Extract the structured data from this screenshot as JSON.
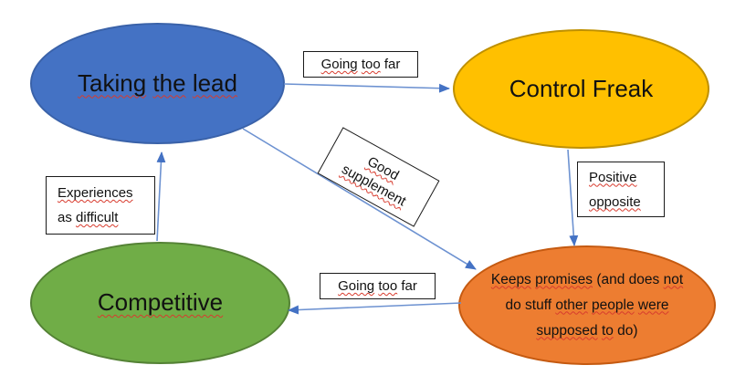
{
  "canvas": {
    "background": "#ffffff"
  },
  "nodes": {
    "taking_the_lead": {
      "text": "Taking the lead",
      "squiggles": [
        "Taking",
        "the",
        "lead"
      ],
      "fill": "#4472C4",
      "border": "#3A62A9"
    },
    "control_freak": {
      "text": "Control Freak",
      "squiggles": [],
      "fill": "#FFC000",
      "border": "#BF9000"
    },
    "competitive": {
      "text": "Competitive",
      "squiggles": [
        "Competitive"
      ],
      "fill": "#70AD47",
      "border": "#548235"
    },
    "keeps_promises": {
      "lines": [
        "Keeps promises (and does not",
        "do stuff other people were",
        "supposed to do)"
      ],
      "squiggles": [
        "Keeps",
        "promises",
        "not",
        "other",
        "people",
        "were",
        "supposed",
        "to"
      ],
      "fill": "#ED7D31",
      "border": "#C55A11"
    }
  },
  "labels": {
    "going_too_far_top": {
      "text": "Going too far",
      "squiggles": [
        "Going",
        "too"
      ]
    },
    "good_supplement": {
      "lines": [
        "Good",
        "supplement"
      ],
      "squiggles": [
        "Good",
        "supplement"
      ]
    },
    "positive_opposite": {
      "lines": [
        "Positive",
        "opposite"
      ],
      "squiggles": [
        "Positive",
        "opposite"
      ]
    },
    "experiences_as_difficult": {
      "lines": [
        "Experiences",
        "as difficult"
      ],
      "squiggles": [
        "Experiences",
        "difficult"
      ]
    },
    "going_too_far_bottom": {
      "text": "Going too far",
      "squiggles": [
        "Going",
        "too"
      ]
    }
  },
  "connectors": {
    "line_color": "#6D92D1",
    "head_color": "#4472C4",
    "relations": [
      {
        "from": "Taking the lead",
        "to": "Control Freak",
        "label": "Going too far"
      },
      {
        "from": "Control Freak",
        "to": "Keeps promises (and does not do stuff other people were supposed to do)",
        "label": "Positive opposite"
      },
      {
        "from": "Keeps promises (and does not do stuff other people were supposed to do)",
        "to": "Competitive",
        "label": "Going too far"
      },
      {
        "from": "Competitive",
        "to": "Taking the lead",
        "label": "Experiences as difficult"
      },
      {
        "from": "Taking the lead",
        "to": "Keeps promises (and does not do stuff other people were supposed to do)",
        "label": "Good supplement"
      }
    ]
  }
}
